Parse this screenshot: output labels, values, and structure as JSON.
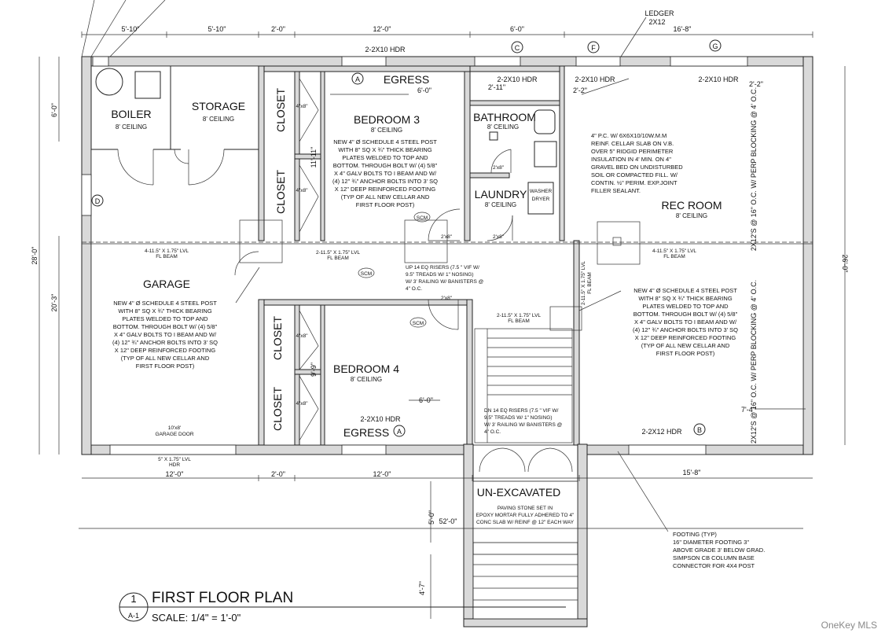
{
  "dimensions": {
    "top": [
      "5'-10\"",
      "5'-10\"",
      "2'-0\"",
      "12'-0\"",
      "6'-0\"",
      "16'-8\""
    ],
    "bottom": [
      "12'-0\"",
      "2'-0\"",
      "12'-0\"",
      "15'-8\""
    ],
    "left": [
      "6'-0\"",
      "28'-0\"",
      "20'-3\""
    ],
    "right": [
      "26'-0\""
    ],
    "inner": [
      "6'-0\"",
      "2'-11\"",
      "2'-2\"",
      "11'-11\"",
      "9'-9\"",
      "6'-0\"",
      "7'-4\"",
      "2'-2\"",
      "5'-0\"",
      "52'-0\"",
      "4'-7\""
    ]
  },
  "rooms": {
    "boiler": {
      "name": "BOILER",
      "ceiling": "8' CEILING"
    },
    "storage": {
      "name": "STORAGE",
      "ceiling": "8' CEILING"
    },
    "bedroom3": {
      "name": "BEDROOM 3",
      "ceiling": "8' CEILING"
    },
    "bathroom": {
      "name": "BATHROOM",
      "ceiling": "8' CEILING"
    },
    "laundry": {
      "name": "LAUNDRY",
      "ceiling": "8' CEILING"
    },
    "rec_room": {
      "name": "REC ROOM",
      "ceiling": "8' CEILING"
    },
    "garage": {
      "name": "GARAGE"
    },
    "bedroom4": {
      "name": "BEDROOM 4",
      "ceiling": "8' CEILING"
    },
    "unexcavated": {
      "name": "UN-EXCAVATED"
    }
  },
  "labels": {
    "closet": "CLOSET",
    "egress": "EGRESS",
    "ledger": "LEDGER",
    "ledger_size": "2X12",
    "hdr_2x10": "2-2X10 HDR",
    "hdr_2x12": "2-2X12 HDR",
    "shelf": "4\"x8\"",
    "door": "2'x8\"",
    "scm": "SCM",
    "washer": "WASHER",
    "dryer": "DRYER",
    "garage_door": "10'x8'",
    "garage_door_label": "GARAGE DOOR",
    "hdr_5": "5\" X 1.75\" LVL",
    "hdr": "HDR",
    "beam_a": "4-11.5\" X 1.75\" LVL",
    "beam_b": "2-11.5\" X 1.75\" LVL",
    "beam_c": "2-11.5\" X 1.75\" LVL",
    "fl_beam": "FL BEAM",
    "joists_upper": "2X12'S @ 16\" O.C. W/ PERP BLOCKING @ 4' O.C.",
    "joists_lower": "2X12'S @ 16\" O.C. W/ PERP BLOCKING @ 4' O.C."
  },
  "markers": [
    "A",
    "B",
    "C",
    "D",
    "F",
    "G",
    "A"
  ],
  "notes": {
    "post": [
      "NEW 4\" Ø SCHEDULE 4 STEEL POST",
      "WITH 8\" SQ X ¾\" THICK BEARING",
      "PLATES WELDED TO TOP AND",
      "BOTTOM. THROUGH BOLT W/ (4) 5/8\"",
      "X 4\" GALV BOLTS TO I BEAM AND W/",
      "(4) 12\" ¾\" ANCHOR BOLTS INTO 3' SQ",
      "X 12\" DEEP REINFORCED FOOTING",
      "(TYP OF ALL NEW CELLAR AND",
      "FIRST FLOOR POST)"
    ],
    "slab": [
      "4\" P.C. W/ 6X6X10/10W.M.M",
      "REINF. CELLAR SLAB ON V.B.",
      "OVER 5\" RIDGID PERIMETER",
      "INSULATION IN 4' MIN. ON 4\"",
      "GRAVEL BED ON UNDISTURBED",
      "SOIL OR COMPACTED FILL. W/",
      "CONTIN. ½\" PERIM. EXP.JOINT",
      "FILLER SEALANT."
    ],
    "stairs_up": [
      "UP 14 EQ RISERS (7.5 \" VIF W/",
      "9.5\" TREADS W/ 1\" NOSING)",
      "W/ 3' RAILING W/ BANISTERS @",
      "4\" O.C."
    ],
    "stairs_down": [
      "DN 14 EQ RISERS (7.5 \" VIF W/",
      "9.5\" TREADS W/ 1\" NOSING)",
      "W/ 3' RAILING W/ BANISTERS @",
      "4\" O.C."
    ],
    "paving": [
      "PAVING STONE SET IN",
      "EPOXY MORTAR FULLY ADHERED TO 4\"",
      "CONC SLAB W/ REINF @ 12\" EACH WAY"
    ],
    "footing": [
      "FOOTING (TYP)",
      "16\" DIAMETER FOOTING 3\"",
      "ABOVE GRADE 3' BELOW GRAD.",
      "SIMPSON CB COLUMN BASE",
      "CONNECTOR FOR 4X4 POST"
    ]
  },
  "title_block": {
    "number": "1",
    "sheet": "A-1",
    "title": "FIRST FLOOR PLAN",
    "scale": "SCALE: 1/4\" = 1'-0\""
  },
  "watermark": "OneKey MLS"
}
